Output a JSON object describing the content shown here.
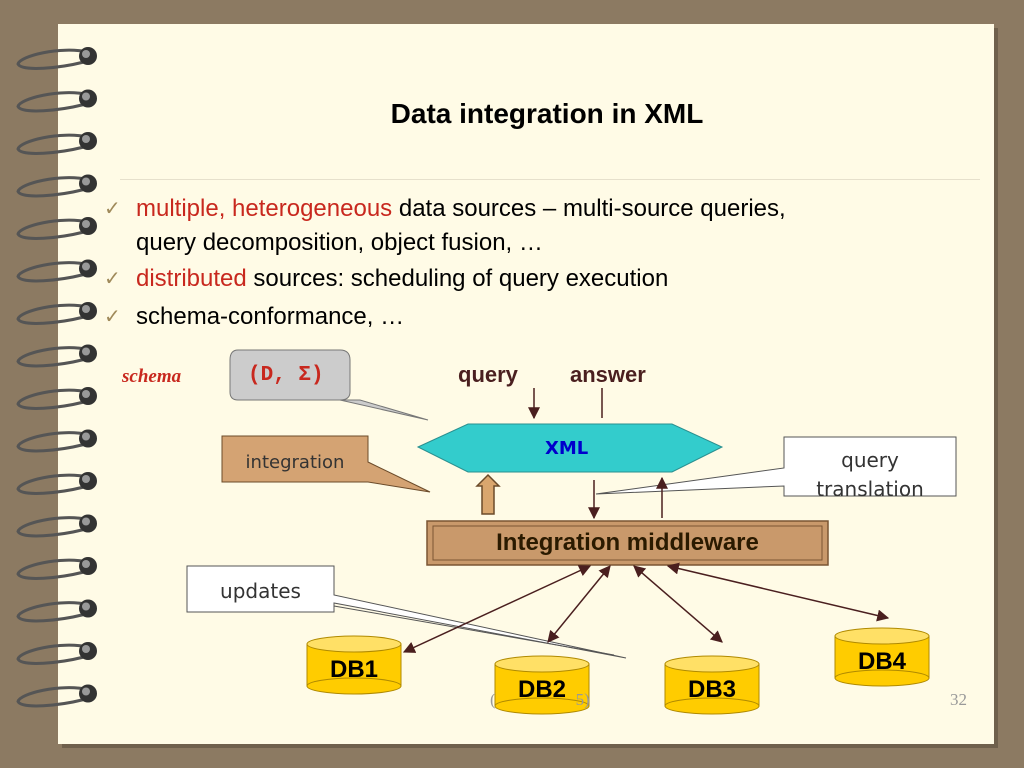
{
  "slide": {
    "title": "Data integration in XML",
    "page_number": "32",
    "footer_left": "(",
    "footer_right": "5)"
  },
  "bullets": [
    {
      "red": "multiple, heterogeneous",
      "rest": " data sources – multi-source queries,",
      "line2": "query decomposition, object fusion, …"
    },
    {
      "red": "distributed",
      "rest": " sources: scheduling of query execution"
    },
    {
      "red": "",
      "rest": "schema-conformance, …"
    }
  ],
  "diagram": {
    "schema_label": "schema",
    "schema_callout": "(D, Σ)",
    "query_label": "query",
    "answer_label": "answer",
    "xml_label": "XML",
    "integration_callout": "integration",
    "query_translation_callout": [
      "query",
      "translation"
    ],
    "middleware_label": "Integration middleware",
    "updates_callout": "updates",
    "databases": [
      "DB1",
      "DB2",
      "DB3",
      "DB4"
    ]
  },
  "colors": {
    "accent_red": "#c8281e",
    "xml_fill": "#33cccc",
    "xml_text": "#0000cc",
    "middleware_fill": "#c9996b",
    "callout_tan": "#d4a373",
    "db_fill": "#ffcc00",
    "arrow": "#4a1f1f",
    "checkmark": "#a08a5a"
  }
}
